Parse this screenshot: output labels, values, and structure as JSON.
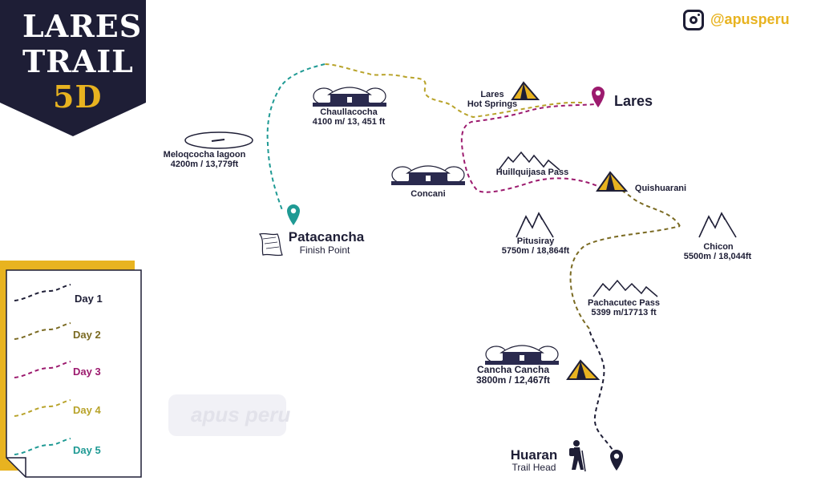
{
  "banner": {
    "line1": "LARES",
    "line2": "TRAIL",
    "line3": "5D"
  },
  "social": {
    "icon": "instagram-icon",
    "handle": "@apusperu"
  },
  "watermark": {
    "text": "apus peru"
  },
  "colors": {
    "navy": "#1e1e36",
    "gold": "#e8b320",
    "day1": "#1e1e36",
    "day2": "#8a7a2a",
    "day3": "#9c1a6e",
    "day4": "#b8a32a",
    "day5": "#2a9a9a",
    "pin_magenta": "#9c1a6e",
    "pin_teal": "#1f9a94"
  },
  "legend": [
    {
      "label": "Day 1",
      "color": "#1e1e36"
    },
    {
      "label": "Day 2",
      "color": "#7a6a22"
    },
    {
      "label": "Day 3",
      "color": "#9c1a6e"
    },
    {
      "label": "Day 4",
      "color": "#b8a32a"
    },
    {
      "label": "Day 5",
      "color": "#1f9a94"
    }
  ],
  "places": {
    "lares": {
      "name": "Lares"
    },
    "lares_hot_springs": {
      "line1": "Lares",
      "line2": "Hot Springs"
    },
    "chaullacocha": {
      "name": "Chaullacocha",
      "elev": "4100 m/ 13, 451 ft"
    },
    "meloqcocha": {
      "name": "Meloqcocha lagoon",
      "elev": "4200m / 13,779ft"
    },
    "concani": {
      "name": "Concani"
    },
    "huillquijasa": {
      "name": "Huillquijasa Pass"
    },
    "quishuarani": {
      "name": "Quishuarani"
    },
    "patacancha": {
      "name": "Patacancha",
      "sub": "Finish Point"
    },
    "pitusiray": {
      "name": "Pitusiray",
      "elev": "5750m / 18,864ft"
    },
    "chicon": {
      "name": "Chicon",
      "elev": "5500m / 18,044ft"
    },
    "pachacutec": {
      "name": "Pachacutec Pass",
      "elev": "5399 m/17713 ft"
    },
    "cancha_cancha": {
      "name": "Cancha Cancha",
      "elev": "3800m / 12,467ft"
    },
    "huaran": {
      "name": "Huaran",
      "sub": "Trail Head"
    }
  }
}
